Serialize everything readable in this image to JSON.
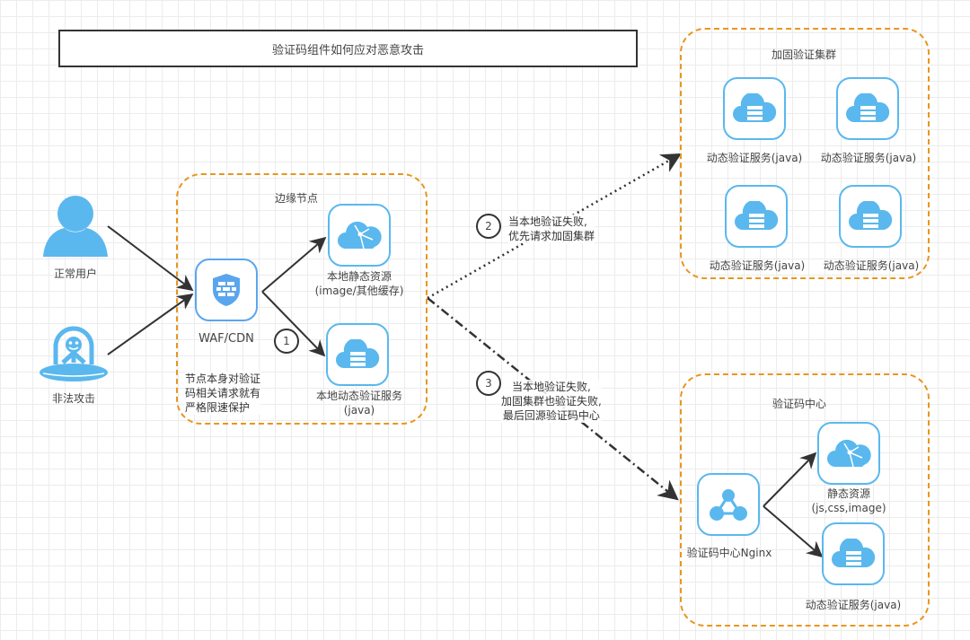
{
  "title": "验证码组件如何应对恶意攻击",
  "colors": {
    "icon_blue": "#5ab8ee",
    "group_border": "#e8961e",
    "edge": "#333333"
  },
  "actors": {
    "normal_user": {
      "label": "正常用户",
      "icon": "user-icon"
    },
    "attacker": {
      "label": "非法攻击",
      "icon": "ufo-alien-icon"
    }
  },
  "edge_group": {
    "title": "边缘节点",
    "waf": {
      "label": "WAF/CDN",
      "icon": "shield-firewall-icon"
    },
    "static_res": {
      "label_line1": "本地静态资源",
      "label_line2": "(image/其他缓存)",
      "icon": "cloud-network-icon"
    },
    "dynamic_svc": {
      "label_line1": "本地动态验证服务",
      "label_line2": "(java)",
      "icon": "cloud-server-icon"
    },
    "note_lines": [
      "节点本身对验证",
      "码相关请求就有",
      "严格限速保护"
    ]
  },
  "cluster_group": {
    "title": "加固验证集群",
    "services": [
      {
        "label": "动态验证服务(java)",
        "icon": "cloud-server-icon"
      },
      {
        "label": "动态验证服务(java)",
        "icon": "cloud-server-icon"
      },
      {
        "label": "动态验证服务(java)",
        "icon": "cloud-server-icon"
      },
      {
        "label": "动态验证服务(java)",
        "icon": "cloud-server-icon"
      }
    ]
  },
  "center_group": {
    "title": "验证码中心",
    "nginx": {
      "label": "验证码中心Nginx",
      "icon": "hub-nodes-icon"
    },
    "static_res": {
      "label_line1": "静态资源",
      "label_line2": "(js,css,image)",
      "icon": "cloud-network-icon"
    },
    "dynamic_svc": {
      "label": "动态验证服务(java)",
      "icon": "cloud-server-icon"
    }
  },
  "steps": [
    {
      "number": "1",
      "lines": []
    },
    {
      "number": "2",
      "lines": [
        "当本地验证失败,",
        "优先请求加固集群"
      ]
    },
    {
      "number": "3",
      "lines": [
        "当本地验证失败,",
        "加固集群也验证失败,",
        "最后回源验证码中心"
      ]
    }
  ]
}
